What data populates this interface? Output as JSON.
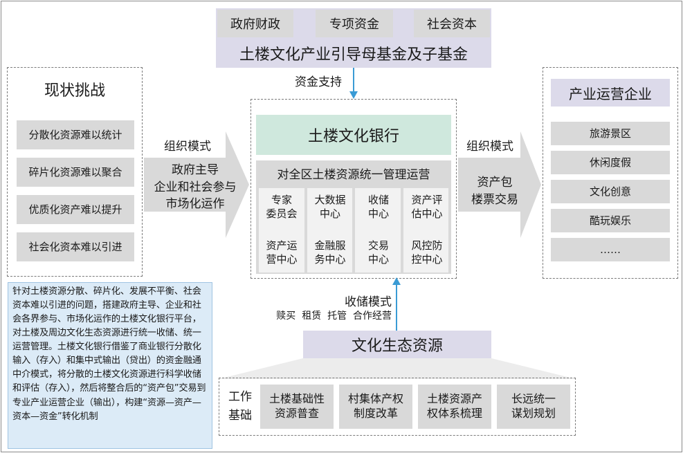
{
  "top": {
    "sources": [
      "政府财政",
      "专项资金",
      "社会资本"
    ],
    "fund": "土楼文化产业引导母基金及子基金",
    "funding_support": "资金支持"
  },
  "challenges": {
    "title": "现状挑战",
    "items": [
      "分散化资源难以统计",
      "碎片化资源难以聚合",
      "优质化资产难以提升",
      "社会化资本难以引进"
    ]
  },
  "left_mode": {
    "title": "组织模式",
    "lines": [
      "政府主导",
      "企业和社会参与",
      "市场化运作"
    ]
  },
  "bank": {
    "title": "土楼文化银行",
    "subtitle": "对全区土楼资源统一管理运营",
    "centers": [
      [
        "专家",
        "委员会"
      ],
      [
        "大数据",
        "中心"
      ],
      [
        "收储",
        "中心"
      ],
      [
        "资产评",
        "估中心"
      ],
      [
        "资产运",
        "营中心"
      ],
      [
        "金融服",
        "务中心"
      ],
      [
        "交易",
        "中心"
      ],
      [
        "风控防",
        "控中心"
      ]
    ]
  },
  "right_mode": {
    "title": "组织模式",
    "lines": [
      "资产包",
      "楼票交易"
    ]
  },
  "enterprises": {
    "title": "产业运营企业",
    "items": [
      "旅游景区",
      "休闲度假",
      "文化创意",
      "酷玩娱乐",
      "……"
    ]
  },
  "storage": {
    "title": "收储模式",
    "subtitle": "赎买  租赁  托管  合作经营"
  },
  "ecology": "文化生态资源",
  "foundation": {
    "label": [
      "工作",
      "基础"
    ],
    "items": [
      [
        "土楼基础性",
        "资源普查"
      ],
      [
        "村集体产权",
        "制度改革"
      ],
      [
        "土楼资源产",
        "权体系梳理"
      ],
      [
        "长远统一",
        "谋划规划"
      ]
    ]
  },
  "note": "针对土楼资源分散、碎片化、发展不平衡、社会资本难以引进的问题，搭建政府主导、企业和社会各界参与、市场化运作的土楼文化银行平台，对土楼及周边文化生态资源进行统一收储、统一运营管理。土楼文化银行借鉴了商业银行分散化输入（存入）和集中式输出（贷出）的资金融通中介模式，将分散的土楼文化资源进行科学收储和评估（存入），然后将整合后的“资产包”交易到专业产业运营企业（输出），构建“资源—资产—资本—资金”转化机制",
  "colors": {
    "lavender": "#dcdaea",
    "green": "#cfe8dd",
    "grey": "#d9d9d9",
    "note": "#dcebf7",
    "arrow_blue": "#3a9bd5"
  }
}
